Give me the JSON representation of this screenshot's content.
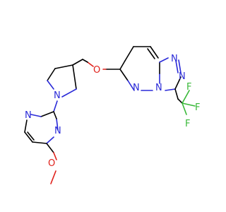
{
  "atoms": {
    "n1": "N",
    "n2": "N",
    "n3": "N",
    "n4": "N",
    "n5": "N",
    "n6": "N",
    "n7": "N",
    "o1": "O",
    "o2": "O",
    "f1": "F",
    "f2": "F",
    "f3": "F"
  },
  "colors": {
    "N": "#2a2ad8",
    "O": "#e0201a",
    "F": "#38b838",
    "bond": "#000000"
  }
}
